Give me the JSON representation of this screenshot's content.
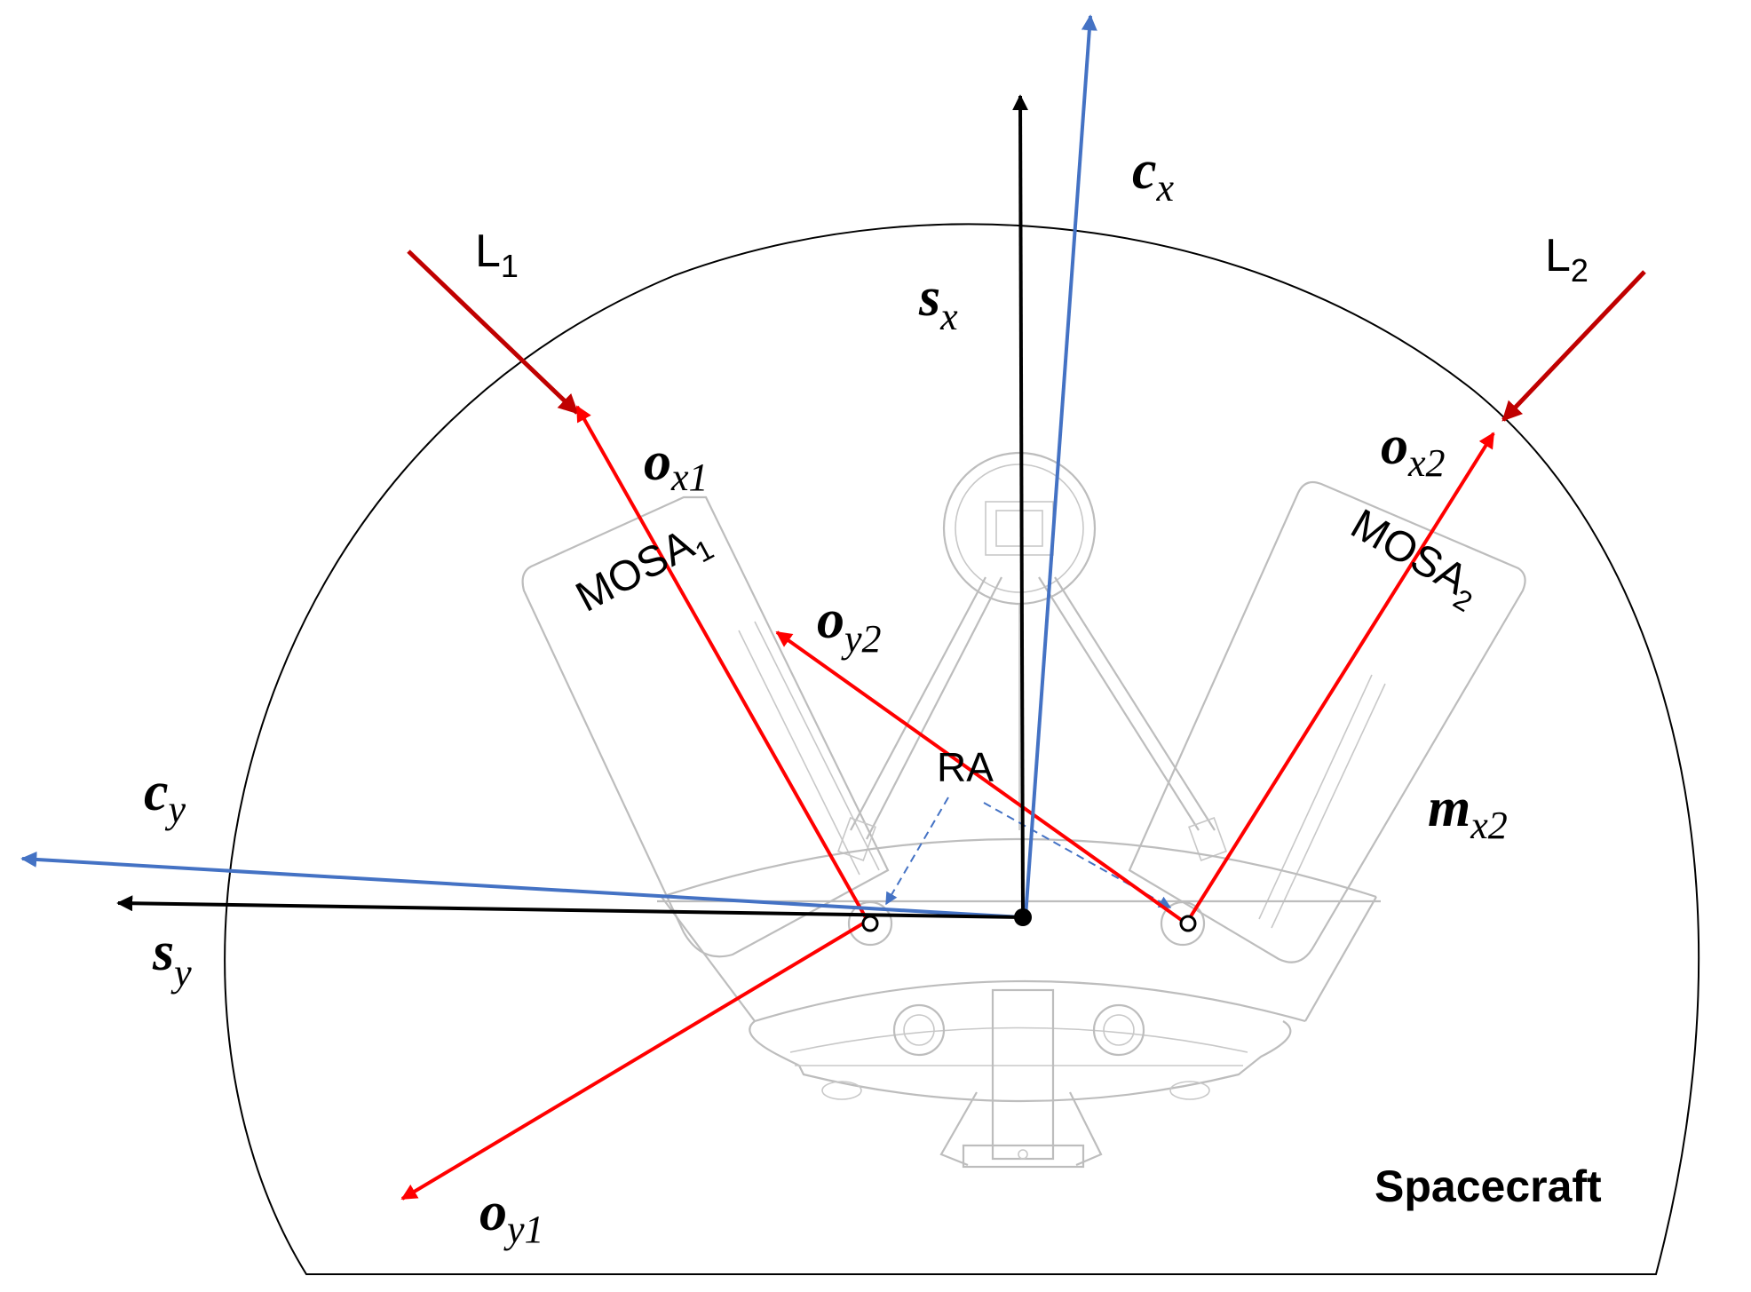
{
  "colors": {
    "spacecraft_axis": "#000000",
    "constellation_axis": "#4472c4",
    "mosa_axis": "#ff0000",
    "laser": "#c00000",
    "outline": "#000000",
    "structure": "#bdbdbd"
  },
  "labels": {
    "L1": {
      "base": "L",
      "sub": "1"
    },
    "L2": {
      "base": "L",
      "sub": "2"
    },
    "sx": {
      "base": "s",
      "sub": "x"
    },
    "sy": {
      "base": "s",
      "sub": "y"
    },
    "cx": {
      "base": "c",
      "sub": "x"
    },
    "cy": {
      "base": "c",
      "sub": "y"
    },
    "ox1": {
      "base": "o",
      "sub": "x1"
    },
    "ox2": {
      "base": "o",
      "sub": "x2"
    },
    "oy1": {
      "base": "o",
      "sub": "y1"
    },
    "oy2": {
      "base": "o",
      "sub": "y2"
    },
    "mx2": {
      "base": "m",
      "sub": "x2"
    },
    "mosa1": {
      "base": "MOSA",
      "sub": "1"
    },
    "mosa2": {
      "base": "MOSA",
      "sub": "2"
    },
    "ra": "RA",
    "spacecraft": "Spacecraft"
  }
}
